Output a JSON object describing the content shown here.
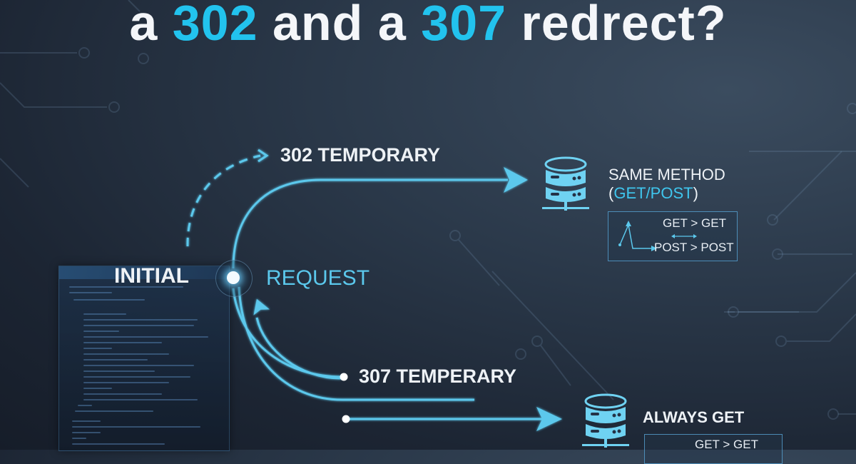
{
  "title": {
    "prefix": "a ",
    "code_a": "302",
    "middle": " and a ",
    "code_b": "307",
    "suffix": " redrect?"
  },
  "colors": {
    "accent": "#22c3ee",
    "arrow": "#5bc8ec",
    "text": "#eef2f6",
    "background_dark": "#161d29",
    "background_light": "#3b4c5f"
  },
  "flow": {
    "start_label_left": "INITIAL",
    "start_label_right": "REQUEST",
    "branch_302_label": "302 TEMPORARY",
    "branch_307_label": "307 TEMPERARY"
  },
  "outcome_302": {
    "icon": "server-database-icon",
    "heading": "SAME METHOD",
    "heading_paren_open": "(",
    "heading_methods": "GET/POST",
    "heading_paren_close": ")",
    "mapping": [
      "GET > GET",
      "POST > POST"
    ]
  },
  "outcome_307": {
    "icon": "server-database-icon",
    "heading": "ALWAYS GET",
    "mapping": [
      "GET > GET"
    ]
  }
}
